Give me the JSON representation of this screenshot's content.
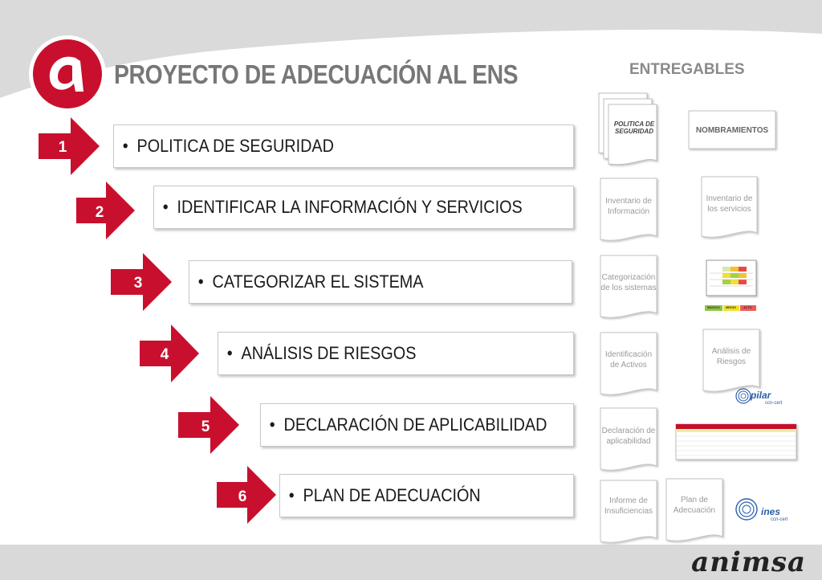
{
  "header": {
    "title": "PROYECTO DE ADECUACIÓN AL ENS",
    "deliverables_title": "ENTREGABLES"
  },
  "steps": [
    {
      "number": "1",
      "bullet": "•",
      "label": "POLITICA DE SEGURIDAD"
    },
    {
      "number": "2",
      "bullet": "•",
      "label": "IDENTIFICAR LA  INFORMACIÓN Y SERVICIOS"
    },
    {
      "number": "3",
      "bullet": "•",
      "label": "CATEGORIZAR EL SISTEMA"
    },
    {
      "number": "4",
      "bullet": "•",
      "label": "ANÁLISIS DE RIESGOS"
    },
    {
      "number": "5",
      "bullet": "•",
      "label": "DECLARACIÓN DE  APLICABILIDAD"
    },
    {
      "number": "6",
      "bullet": "•",
      "label": "PLAN DE ADECUACIÓN"
    }
  ],
  "deliverables": {
    "politica_line1": "POLITICA DE",
    "politica_line2": "SEGURIDAD",
    "nombramientos": "NOMBRAMIENTOS",
    "inventario_info_1": "Inventario de",
    "inventario_info_2": "Información",
    "inventario_serv_1": "Inventario de",
    "inventario_serv_2": "los servicios",
    "categorizacion_1": "Categorización",
    "categorizacion_2": "de los sistemas",
    "cat_basico": "BÁSICO",
    "cat_medio": "MEDIO",
    "cat_alto": "ALTO",
    "activos_1": "Identificación",
    "activos_2": "de Activos",
    "riesgos_1": "Análisis de",
    "riesgos_2": "Riesgos",
    "declaracion_1": "Declaración de",
    "declaracion_2": "aplicabilidad",
    "informe_1": "Informe de",
    "informe_2": "Insuficiencias",
    "plan_1": "Plan de",
    "plan_2": "Adecuación"
  },
  "logos": {
    "pilar_word": "pilar",
    "pilar_sub": "ccn-cert",
    "ines_word": "ines",
    "ines_sub": "ccn-cert"
  },
  "brand": "animsa",
  "colors": {
    "accent_red": "#c8102e",
    "gray_band": "#d9d9d9",
    "title_gray": "#777777"
  }
}
